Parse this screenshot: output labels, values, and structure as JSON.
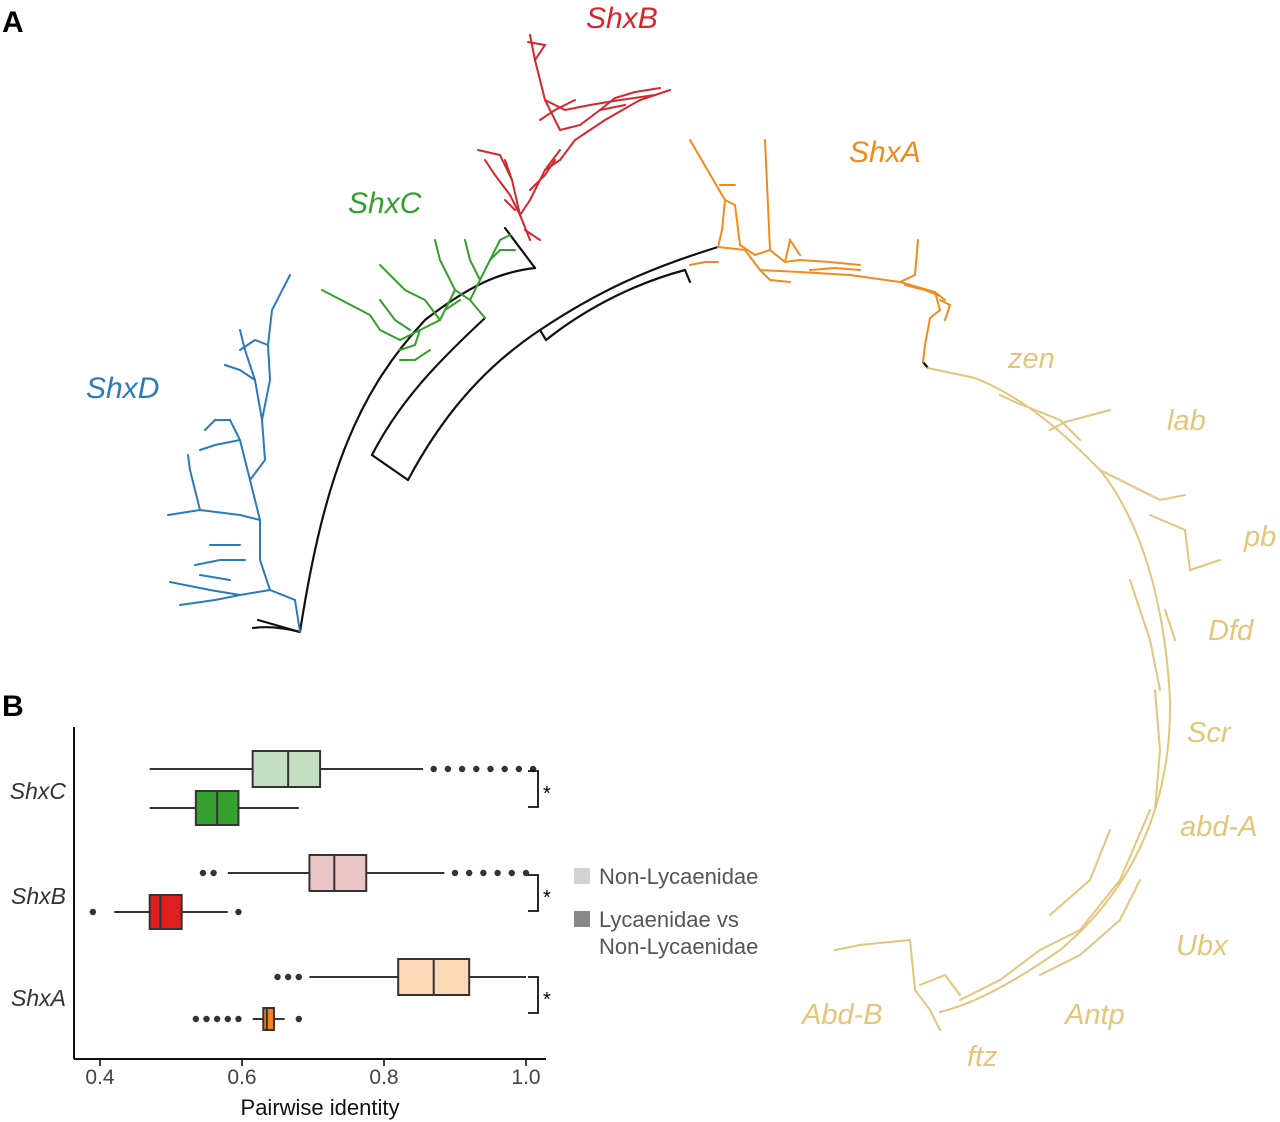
{
  "panels": {
    "a": "A",
    "b": "B"
  },
  "tree": {
    "clades": [
      {
        "key": "shxb",
        "label": "ShxB",
        "color": "#d7262b"
      },
      {
        "key": "shxa",
        "label": "ShxA",
        "color": "#f38b1c"
      },
      {
        "key": "shxc",
        "label": "ShxC",
        "color": "#34a02c"
      },
      {
        "key": "shxd",
        "label": "ShxD",
        "color": "#2b7bb9"
      }
    ],
    "hox_color": "#e3c67b",
    "hox_genes": [
      "zen",
      "lab",
      "pb",
      "Dfd",
      "Scr",
      "abd-A",
      "Ubx",
      "Antp",
      "ftz",
      "Abd-B"
    ]
  },
  "chart_data": {
    "type": "boxplot",
    "xlabel": "Pairwise identity",
    "xlim": [
      0.35,
      1.03
    ],
    "xticks": [
      0.4,
      0.6,
      0.8,
      1.0
    ],
    "xtick_labels": [
      "0.4",
      "0.6",
      "0.8",
      "1.0"
    ],
    "groups": [
      "ShxC",
      "ShxB",
      "ShxA"
    ],
    "significance": [
      "*",
      "*",
      "*"
    ],
    "legend": [
      {
        "label": "Non-Lycaenidae",
        "color": "#d3d3d3"
      },
      {
        "label": "Lycaenidae vs\nNon-Lycaenidae",
        "color": "#888888"
      }
    ],
    "series": [
      {
        "group": "ShxC",
        "kind": "non",
        "color": "#c5dfc2",
        "whisker_low": 0.47,
        "q1": 0.615,
        "median": 0.665,
        "q3": 0.71,
        "whisker_high": 0.855,
        "outliers": [
          0.87,
          0.89,
          0.91,
          0.93,
          0.95,
          0.97,
          0.99,
          1.01
        ]
      },
      {
        "group": "ShxC",
        "kind": "lyc",
        "color": "#35a02d",
        "whisker_low": 0.47,
        "q1": 0.535,
        "median": 0.565,
        "q3": 0.595,
        "whisker_high": 0.68,
        "outliers": []
      },
      {
        "group": "ShxB",
        "kind": "non",
        "color": "#ebc6c7",
        "whisker_low": 0.58,
        "q1": 0.695,
        "median": 0.73,
        "q3": 0.775,
        "whisker_high": 0.885,
        "outliers": [
          0.545,
          0.56,
          0.9,
          0.92,
          0.94,
          0.96,
          0.98,
          1.0
        ]
      },
      {
        "group": "ShxB",
        "kind": "lyc",
        "color": "#e01e20",
        "whisker_low": 0.42,
        "q1": 0.47,
        "median": 0.485,
        "q3": 0.515,
        "whisker_high": 0.58,
        "outliers": [
          0.39,
          0.595
        ]
      },
      {
        "group": "ShxA",
        "kind": "non",
        "color": "#fcd8b7",
        "whisker_low": 0.695,
        "q1": 0.82,
        "median": 0.87,
        "q3": 0.92,
        "whisker_high": 1.0,
        "outliers": [
          0.65,
          0.665,
          0.68
        ]
      },
      {
        "group": "ShxA",
        "kind": "lyc",
        "color": "#f5851c",
        "whisker_low": 0.615,
        "q1": 0.63,
        "median": 0.635,
        "q3": 0.645,
        "whisker_high": 0.66,
        "outliers": [
          0.535,
          0.55,
          0.565,
          0.58,
          0.595,
          0.68
        ]
      }
    ]
  }
}
